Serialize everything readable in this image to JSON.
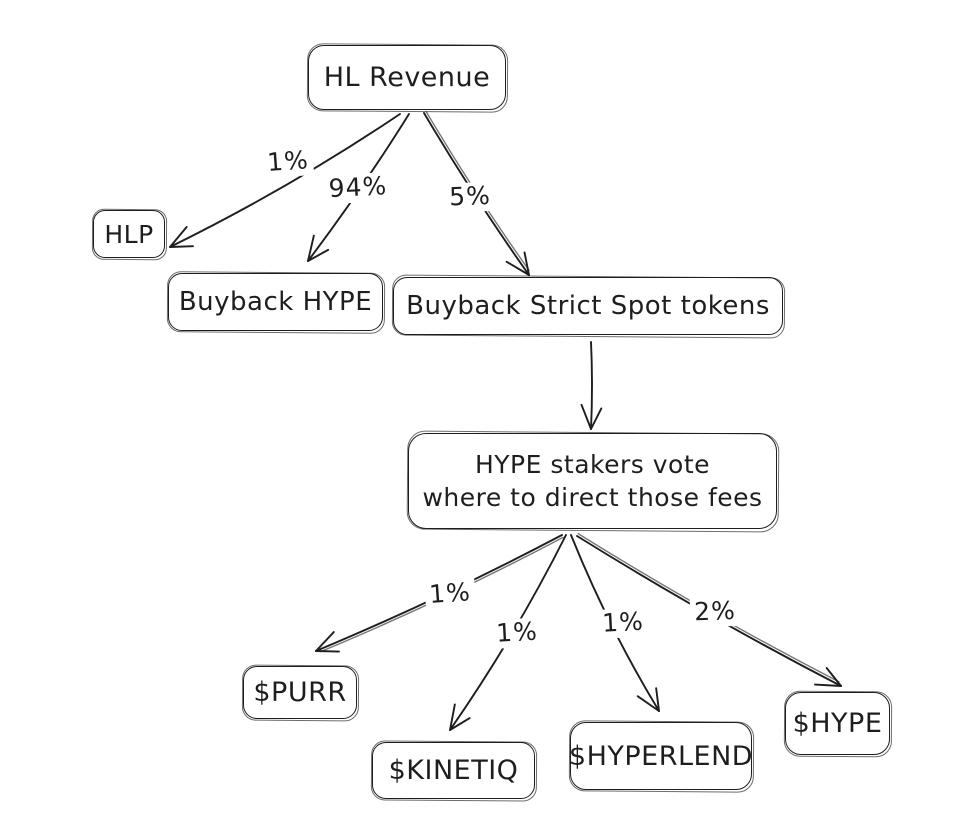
{
  "colors": {
    "stroke": "#1e1e1e",
    "background": "#ffffff"
  },
  "nodes": {
    "hl_revenue": {
      "label": "HL Revenue"
    },
    "hlp": {
      "label": "HLP"
    },
    "buyback_hype": {
      "label": "Buyback HYPE"
    },
    "buyback_strict": {
      "label": "Buyback Strict Spot tokens"
    },
    "stakers": {
      "line1": "HYPE stakers vote",
      "line2": "where to direct those fees"
    },
    "purr": {
      "label": "$PURR"
    },
    "kinetiq": {
      "label": "$KINETIQ"
    },
    "hyperlend": {
      "label": "$HYPERLEND"
    },
    "hype": {
      "label": "$HYPE"
    }
  },
  "edges": [
    {
      "from": "HL Revenue",
      "to": "HLP",
      "label": "1%"
    },
    {
      "from": "HL Revenue",
      "to": "Buyback HYPE",
      "label": "94%"
    },
    {
      "from": "HL Revenue",
      "to": "Buyback Strict Spot tokens",
      "label": "5%"
    },
    {
      "from": "Buyback Strict Spot tokens",
      "to": "HYPE stakers vote where to direct those fees",
      "label": ""
    },
    {
      "from": "HYPE stakers vote where to direct those fees",
      "to": "$PURR",
      "label": "1%"
    },
    {
      "from": "HYPE stakers vote where to direct those fees",
      "to": "$KINETIQ",
      "label": "1%"
    },
    {
      "from": "HYPE stakers vote where to direct those fees",
      "to": "$HYPERLEND",
      "label": "1%"
    },
    {
      "from": "HYPE stakers vote where to direct those fees",
      "to": "$HYPE",
      "label": "2%"
    }
  ]
}
